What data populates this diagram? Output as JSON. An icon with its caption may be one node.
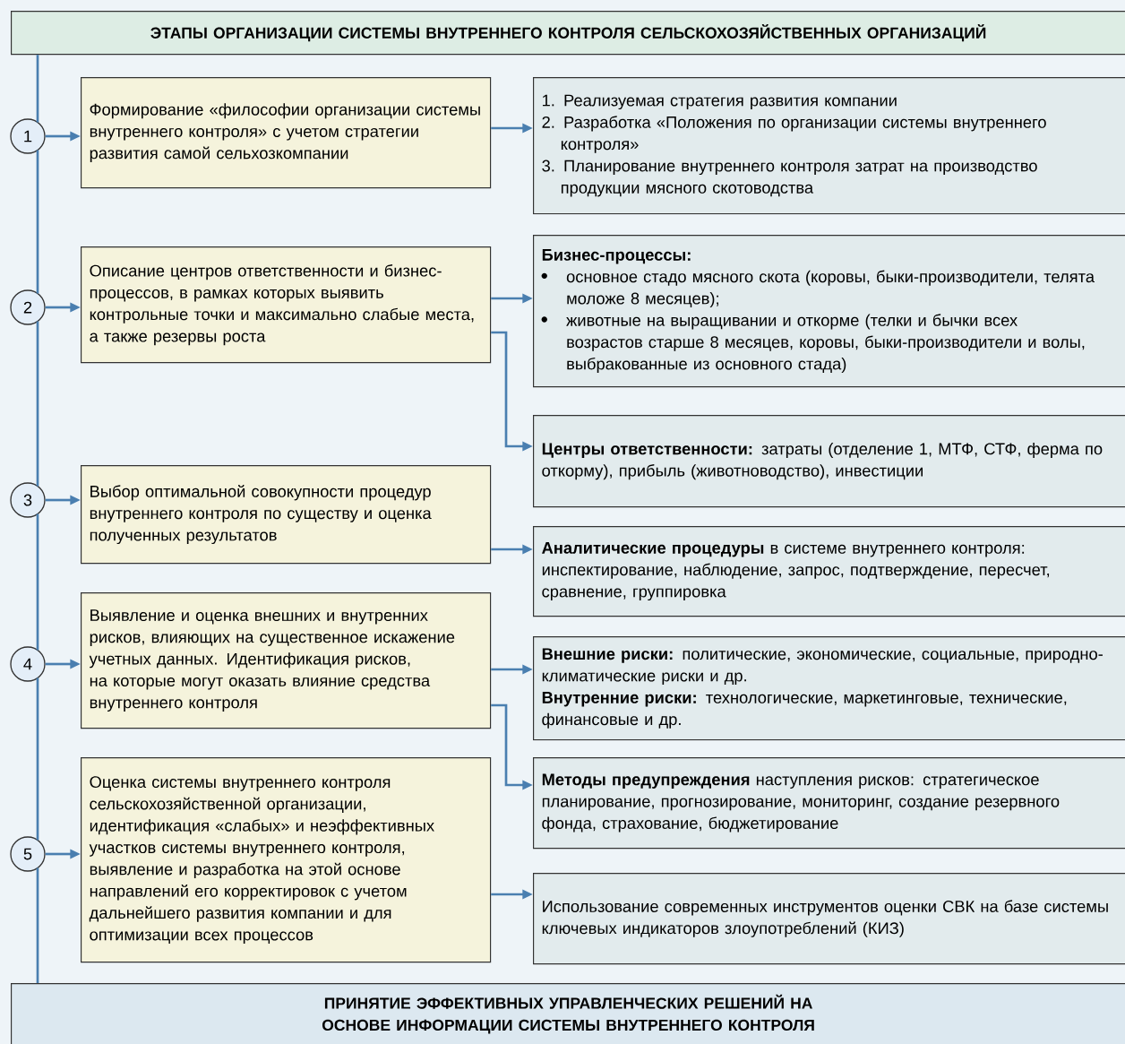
{
  "diagram": {
    "nodes": [
      {
        "text": [
          "ЭТАПЫ ОРГАНИЗАЦИИ СИСТЕМЫ ВНУТРЕННЕГО КОНТРОЛЯ СЕЛЬСКОХОЗЯЙСТВЕННЫХ ОРГАНИЗАЦИЙ"
        ]
      },
      {
        "text": [
          "1"
        ]
      },
      {
        "text": [
          "Формирование «философии организации системы внутреннего контроля» с учетом стратегии развития самой сельхозкомпании"
        ]
      },
      {
        "text": [
          "1. Реализуемая стратегия развития компании",
          "2. Разработка «Положения по организации системы внутреннего контроля»",
          "3. Планирование внутреннего контроля затрат на производство продукции мясного скотоводства"
        ]
      },
      {
        "text": [
          "2"
        ]
      },
      {
        "text": [
          "Описание центров ответственности и бизнес-процессов, в рамках которых выявить контрольные точки и максимально слабые места, а также резервы роста"
        ]
      },
      {
        "text": [
          "Бизнес-процессы:",
          "основное стадо мясного скота (коровы, быки-производители, телята моложе 8 месяцев);",
          "животные на выращивании и откорме (телки и бычки всех возрастов старше 8 месяцев, коровы, быки-производители и волы, выбракованные из основного стада)"
        ]
      },
      {
        "text": [
          "**Центры ответственности:** затраты (отделение 1, МТФ, СТФ, ферма по откорму), прибыль (животноводство), инвестиции"
        ]
      },
      {
        "text": [
          "3"
        ]
      },
      {
        "text": [
          "Выбор оптимальной совокупности процедур внутреннего контроля по существу и оценка полученных результатов"
        ]
      },
      {
        "text": [
          "**Аналитические процедуры** в системе внутреннего контроля: инспектирование, наблюдение, запрос, подтверждение, пересчет, сравнение, группировка"
        ]
      },
      {
        "text": [
          "4"
        ]
      },
      {
        "text": [
          "Выявление и оценка внешних и внутренних рисков, влияющих на существенное искажение учетных данных. Идентификация рисков, на которые могут оказать влияние средства внутреннего контроля"
        ]
      },
      {
        "text": [
          "**Внешние риски:** политические, экономические, социальные, природно-климатические риски и др.",
          "**Внутренние риски:** технологические, маркетинговые, технические, финансовые и др."
        ]
      },
      {
        "text": [
          "**Методы предупреждения** наступления рисков: стратегическое планирование, прогнозирование, мониторинг, создание резервного фонда, страхование, бюджетирование"
        ]
      },
      {
        "text": [
          "5"
        ]
      },
      {
        "text": [
          "Оценка системы внутреннего контроля сельскохозяйственной организации, идентификация «слабых» и неэффективных участков системы внутреннего контроля, выявление и разработка на этой основе направлений его корректировок с учетом дальнейшего развития компании и для оптимизации всех процессов"
        ]
      },
      {
        "text": [
          "Использование современных инструментов оценки СВК на базе системы ключевых индикаторов злоупотреблений (КИЗ)"
        ]
      },
      {
        "text": [
          "ПРИНЯТИЕ ЭФФЕКТИВНЫХ УПРАВЛЕНЧЕСКИХ РЕШЕНИЙ НА ОСНОВЕ ИНФОРМАЦИИ СИСТЕМЫ ВНУТРЕННЕГО КОНТРОЛЯ"
        ]
      }
    ],
    "edges": [
      {
        "from": 0,
        "to": 1,
        "arrow": "none"
      },
      {
        "from": 1,
        "to": 4,
        "arrow": "none"
      },
      {
        "from": 4,
        "to": 8,
        "arrow": "none"
      },
      {
        "from": 8,
        "to": 11,
        "arrow": "none"
      },
      {
        "from": 11,
        "to": 15,
        "arrow": "none"
      },
      {
        "from": 15,
        "to": 18,
        "arrow": "none"
      },
      {
        "from": 1,
        "to": 2,
        "arrow": "to"
      },
      {
        "from": 2,
        "to": 3,
        "arrow": "to"
      },
      {
        "from": 4,
        "to": 5,
        "arrow": "to"
      },
      {
        "from": 5,
        "to": 6,
        "arrow": "to"
      },
      {
        "from": 5,
        "to": 7,
        "arrow": "to"
      },
      {
        "from": 8,
        "to": 9,
        "arrow": "to"
      },
      {
        "from": 9,
        "to": 10,
        "arrow": "to"
      },
      {
        "from": 11,
        "to": 12,
        "arrow": "to"
      },
      {
        "from": 12,
        "to": 13,
        "arrow": "to"
      },
      {
        "from": 12,
        "to": 14,
        "arrow": "to"
      },
      {
        "from": 15,
        "to": 16,
        "arrow": "to"
      },
      {
        "from": 16,
        "to": 17,
        "arrow": "to"
      }
    ]
  }
}
